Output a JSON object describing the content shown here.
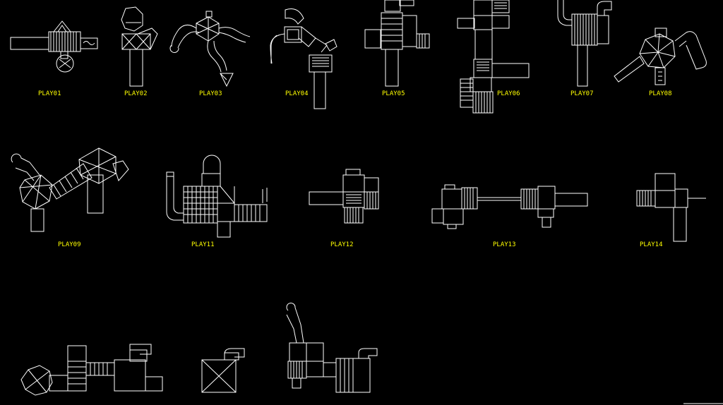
{
  "colors": {
    "background": "#000000",
    "linework": "#ffffff",
    "label": "#ffff00"
  },
  "blocks": [
    {
      "id": "play01",
      "label": "PLAY01"
    },
    {
      "id": "play02",
      "label": "PLAY02"
    },
    {
      "id": "play03",
      "label": "PLAY03"
    },
    {
      "id": "play04",
      "label": "PLAY04"
    },
    {
      "id": "play05",
      "label": "PLAY05"
    },
    {
      "id": "play06",
      "label": "PLAY06"
    },
    {
      "id": "play07",
      "label": "PLAY07"
    },
    {
      "id": "play08",
      "label": "PLAY08"
    },
    {
      "id": "play09",
      "label": "PLAY09"
    },
    {
      "id": "play11",
      "label": "PLAY11"
    },
    {
      "id": "play12",
      "label": "PLAY12"
    },
    {
      "id": "play13",
      "label": "PLAY13"
    },
    {
      "id": "play14",
      "label": "PLAY14"
    },
    {
      "id": "play15",
      "label": ""
    },
    {
      "id": "play16",
      "label": ""
    },
    {
      "id": "play17",
      "label": ""
    }
  ]
}
